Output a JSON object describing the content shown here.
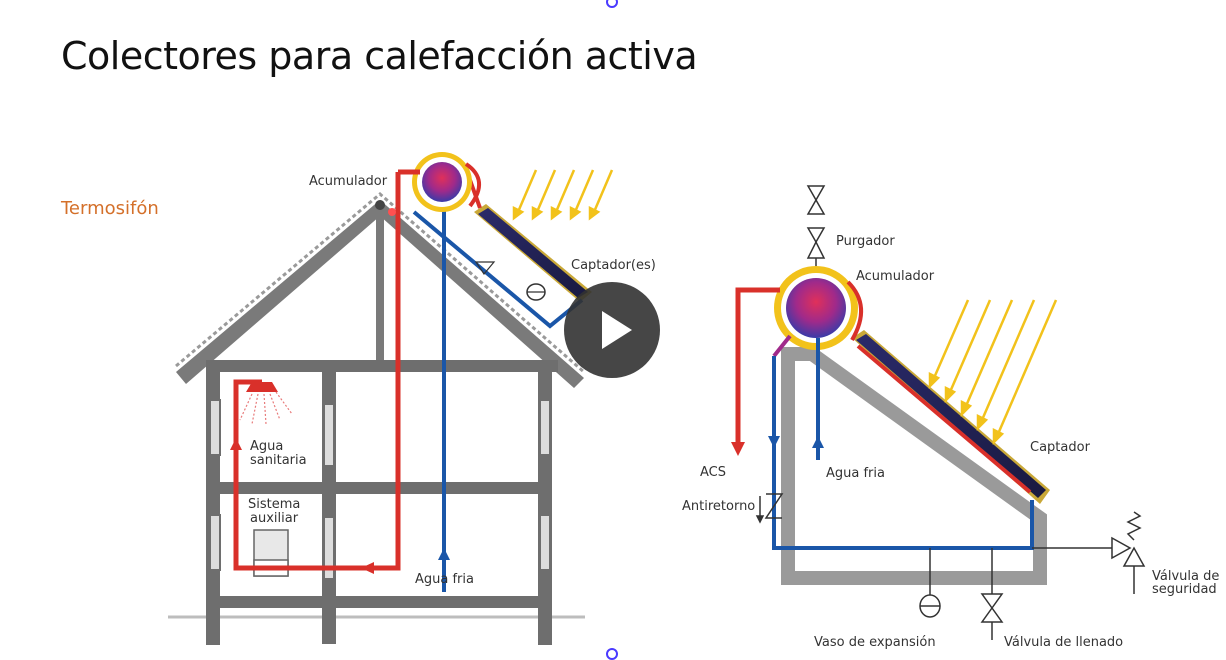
{
  "slide": {
    "title": "Colectores para calefacción activa",
    "subtitle": "Termosifón"
  },
  "left_diagram": {
    "acumulador": "Acumulador",
    "captador": "Captador(es)",
    "agua_sanitaria_1": "Agua",
    "agua_sanitaria_2": "sanitaria",
    "sistema_auxiliar_1": "Sistema",
    "sistema_auxiliar_2": "auxiliar",
    "agua_fria": "Agua fria"
  },
  "right_diagram": {
    "purgador": "Purgador",
    "acumulador": "Acumulador",
    "captador": "Captador",
    "acs": "ACS",
    "agua_fria": "Agua fria",
    "antiretorno": "Antiretorno",
    "valvula_seguridad_1": "Válvula de",
    "valvula_seguridad_2": "seguridad",
    "vaso_expansion": "Vaso de expansión",
    "valvula_llenado": "Válvula de llenado"
  },
  "video": {
    "control": "play"
  },
  "colors": {
    "hot": "#d9302a",
    "cold": "#1a56a8",
    "sun": "#f2c21b",
    "frame": "#6e6e6e",
    "accent": "#d4702a"
  },
  "icons": [
    "play-icon",
    "shower-icon",
    "sun-rays-icon",
    "valve-icon",
    "expansion-vessel-icon",
    "purge-valve-icon",
    "safety-valve-icon",
    "check-valve-icon",
    "boiler-icon"
  ]
}
